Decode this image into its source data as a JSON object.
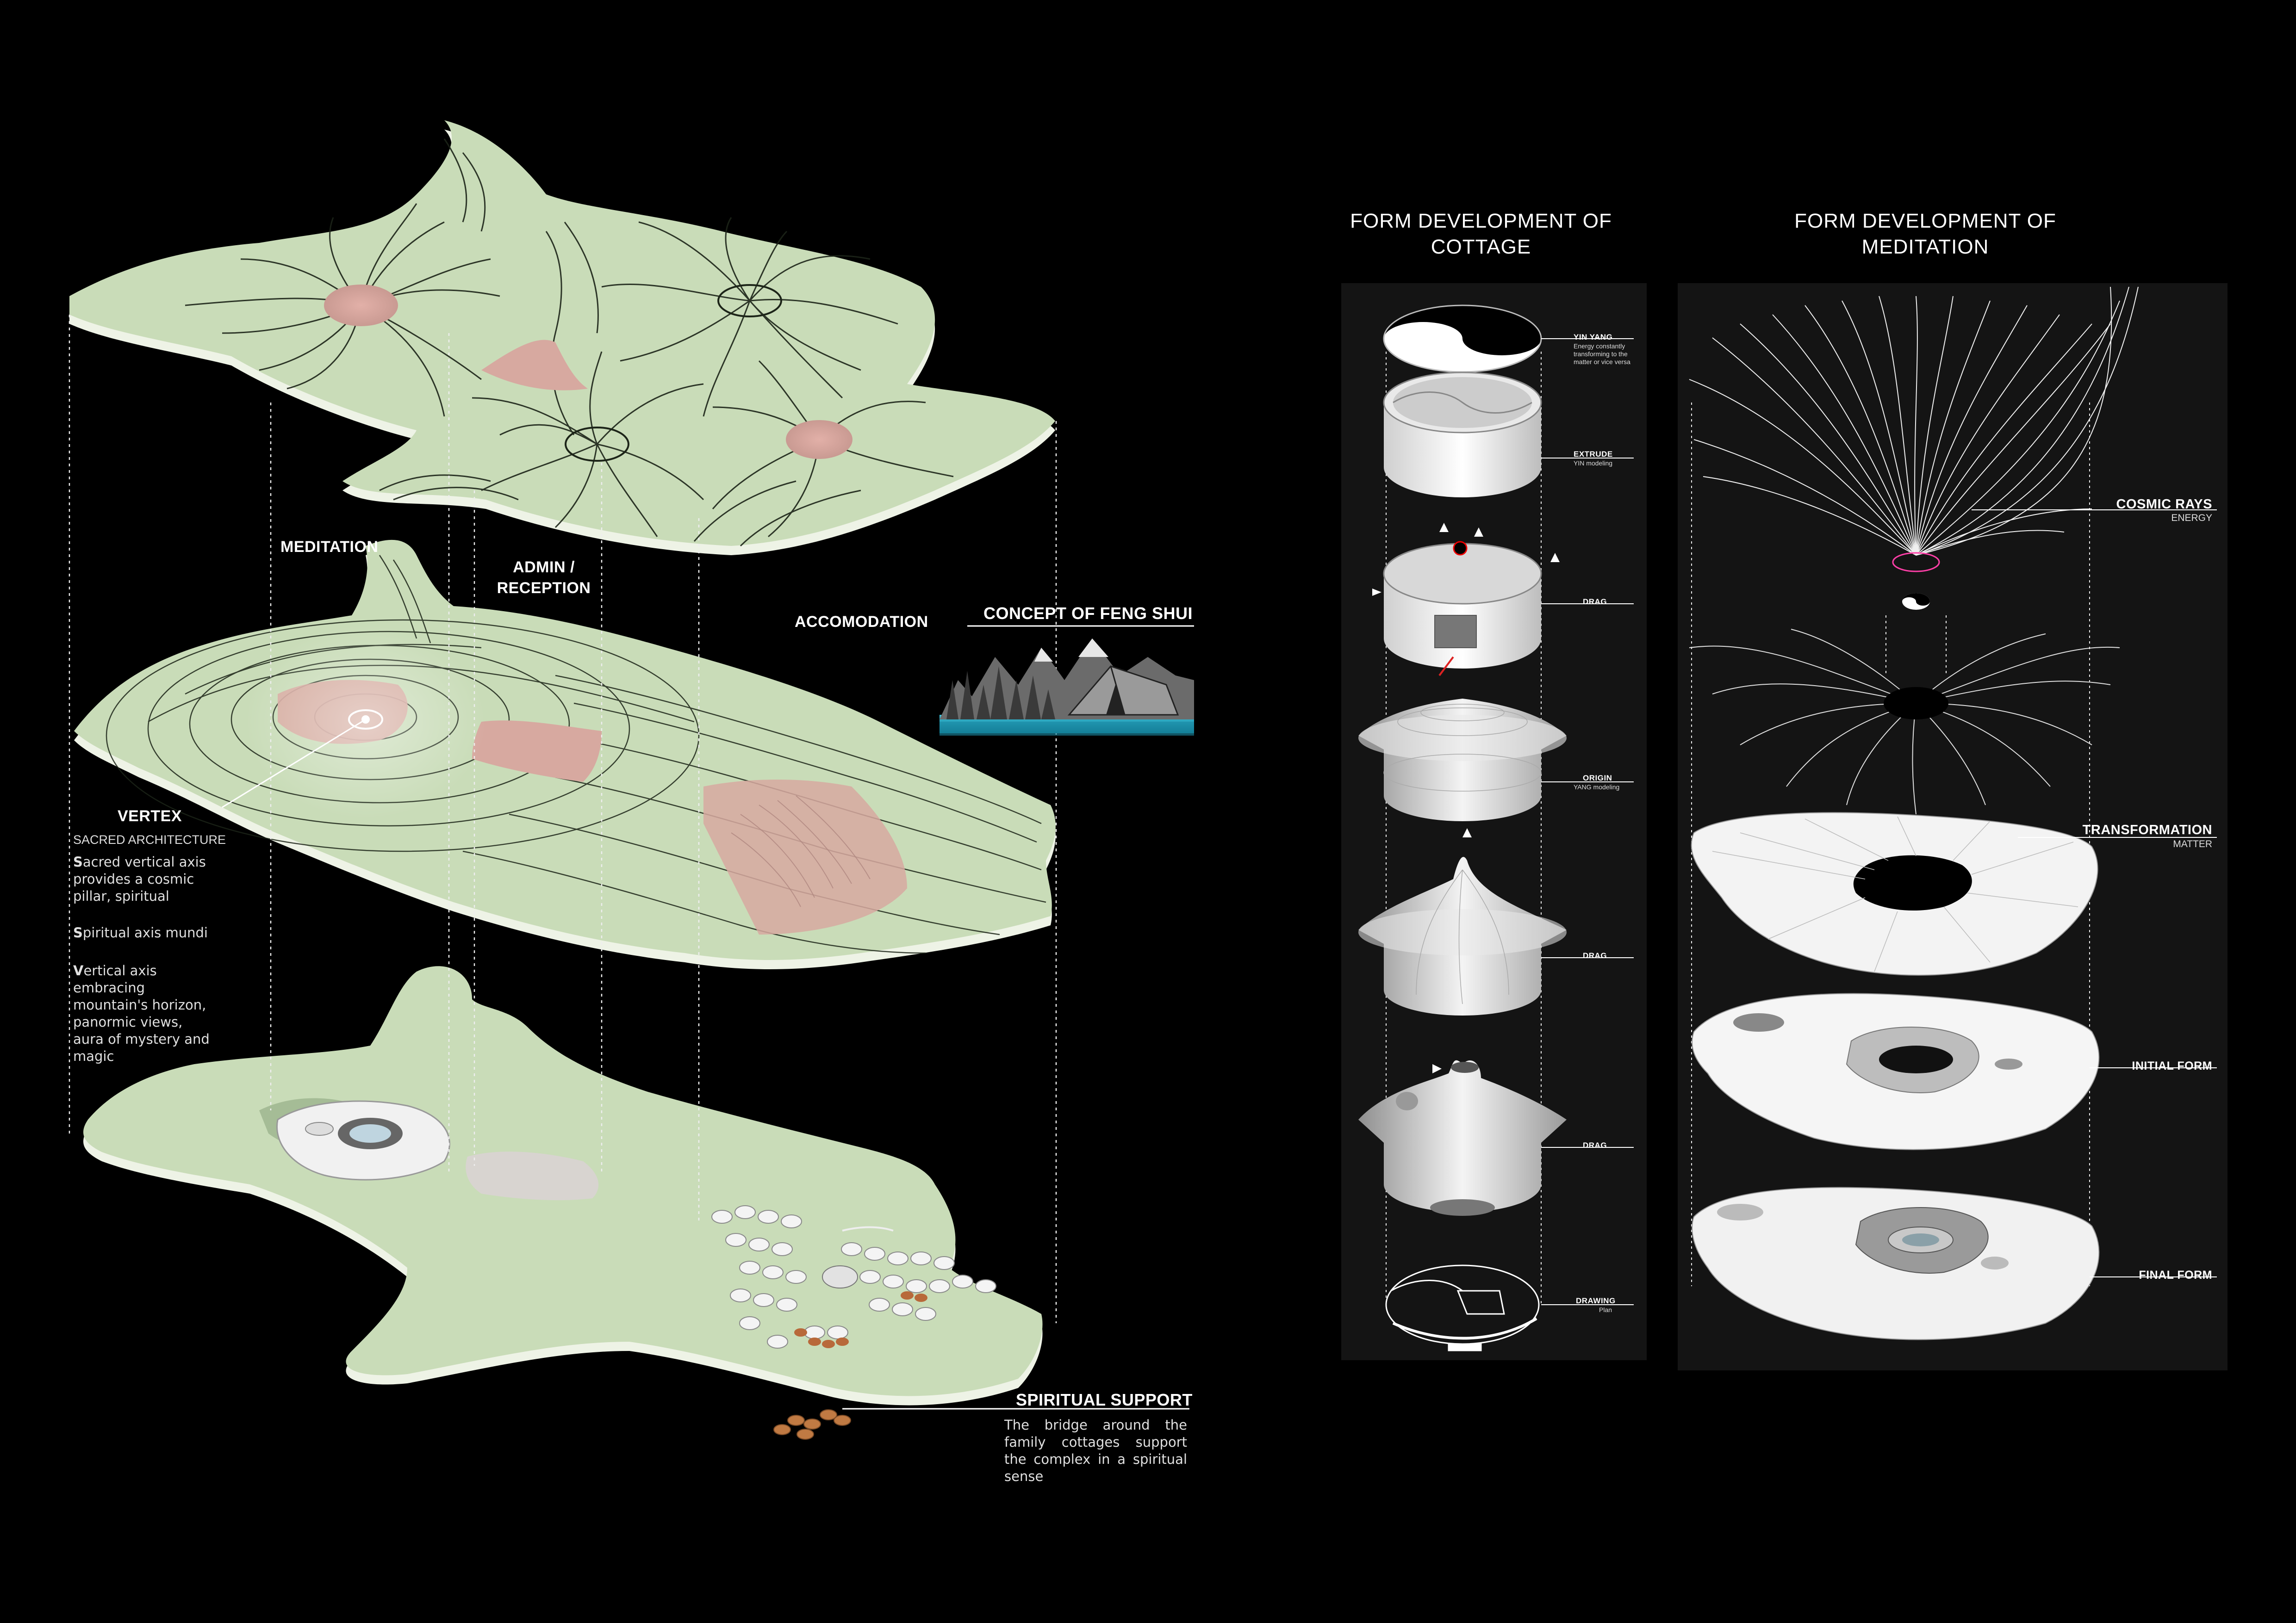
{
  "site": {
    "meditation": "MEDITATION",
    "admin_line1": "ADMIN /",
    "admin_line2": "RECEPTION",
    "accomodation": "ACCOMODATION",
    "feng_shui": "CONCEPT OF FENG SHUI",
    "vertex_title": "VERTEX",
    "vertex_sub": "SACRED ARCHITECTURE",
    "vertex_p1": "acred vertical axis provides a cosmic pillar, spiritual",
    "vertex_p2": "piritual axis mundi",
    "vertex_p3": "ertical axis embracing mountain's horizon, panormic views, aura of mystery and magic",
    "vertex_p1_initial": "S",
    "vertex_p2_initial": "S",
    "vertex_p3_initial": "V",
    "spiritual_title": "SPIRITUAL SUPPORT",
    "spiritual_text": "The bridge around the family cottages support the complex in a spiritual sense"
  },
  "cottage": {
    "heading_line1": "FORM DEVELOPMENT OF",
    "heading_line2": "COTTAGE",
    "steps": [
      {
        "title": "YIN YANG",
        "sub": "Energy constantly transforming to the matter or vice versa"
      },
      {
        "title": "EXTRUDE",
        "sub": "YIN modeling"
      },
      {
        "title": "DRAG",
        "sub": ""
      },
      {
        "title": "ORIGIN",
        "sub": "YANG modeling"
      },
      {
        "title": "DRAG",
        "sub": ""
      },
      {
        "title": "DRAG",
        "sub": ""
      },
      {
        "title": "DRAWING",
        "sub": "Plan"
      }
    ]
  },
  "meditation": {
    "heading_line1": "FORM DEVELOPMENT OF",
    "heading_line2": "MEDITATION",
    "steps": [
      {
        "title": "COSMIC RAYS",
        "sub": "ENERGY"
      },
      {
        "title": "TRANSFORMATION",
        "sub": "MATTER"
      },
      {
        "title": "INITIAL FORM",
        "sub": ""
      },
      {
        "title": "FINAL FORM",
        "sub": ""
      }
    ]
  },
  "colors": {
    "background": "#000000",
    "terrain": "#c9dcb8",
    "terrain_dark": "#a9c399",
    "pink": "#d7a9a0",
    "panel": "#141414",
    "water": "#1fa7c4"
  }
}
